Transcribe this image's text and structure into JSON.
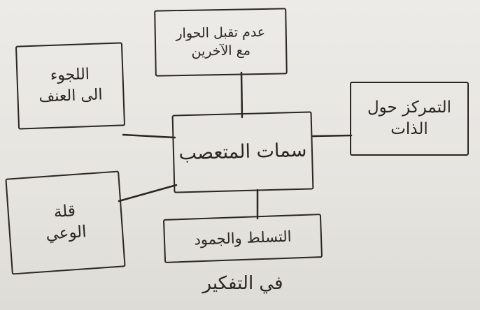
{
  "diagram": {
    "center": "سمات المتعصب",
    "nodes": {
      "top": "عدم تقبل الحوار\nمع الآخرين",
      "left": "اللجوء\nالى العنف",
      "right": "التمركز حول\nالذات",
      "bottom_left": "قلة\nالوعي",
      "bottom_line1": "التسلط والجمود",
      "bottom_line2": "في التفكير"
    }
  }
}
